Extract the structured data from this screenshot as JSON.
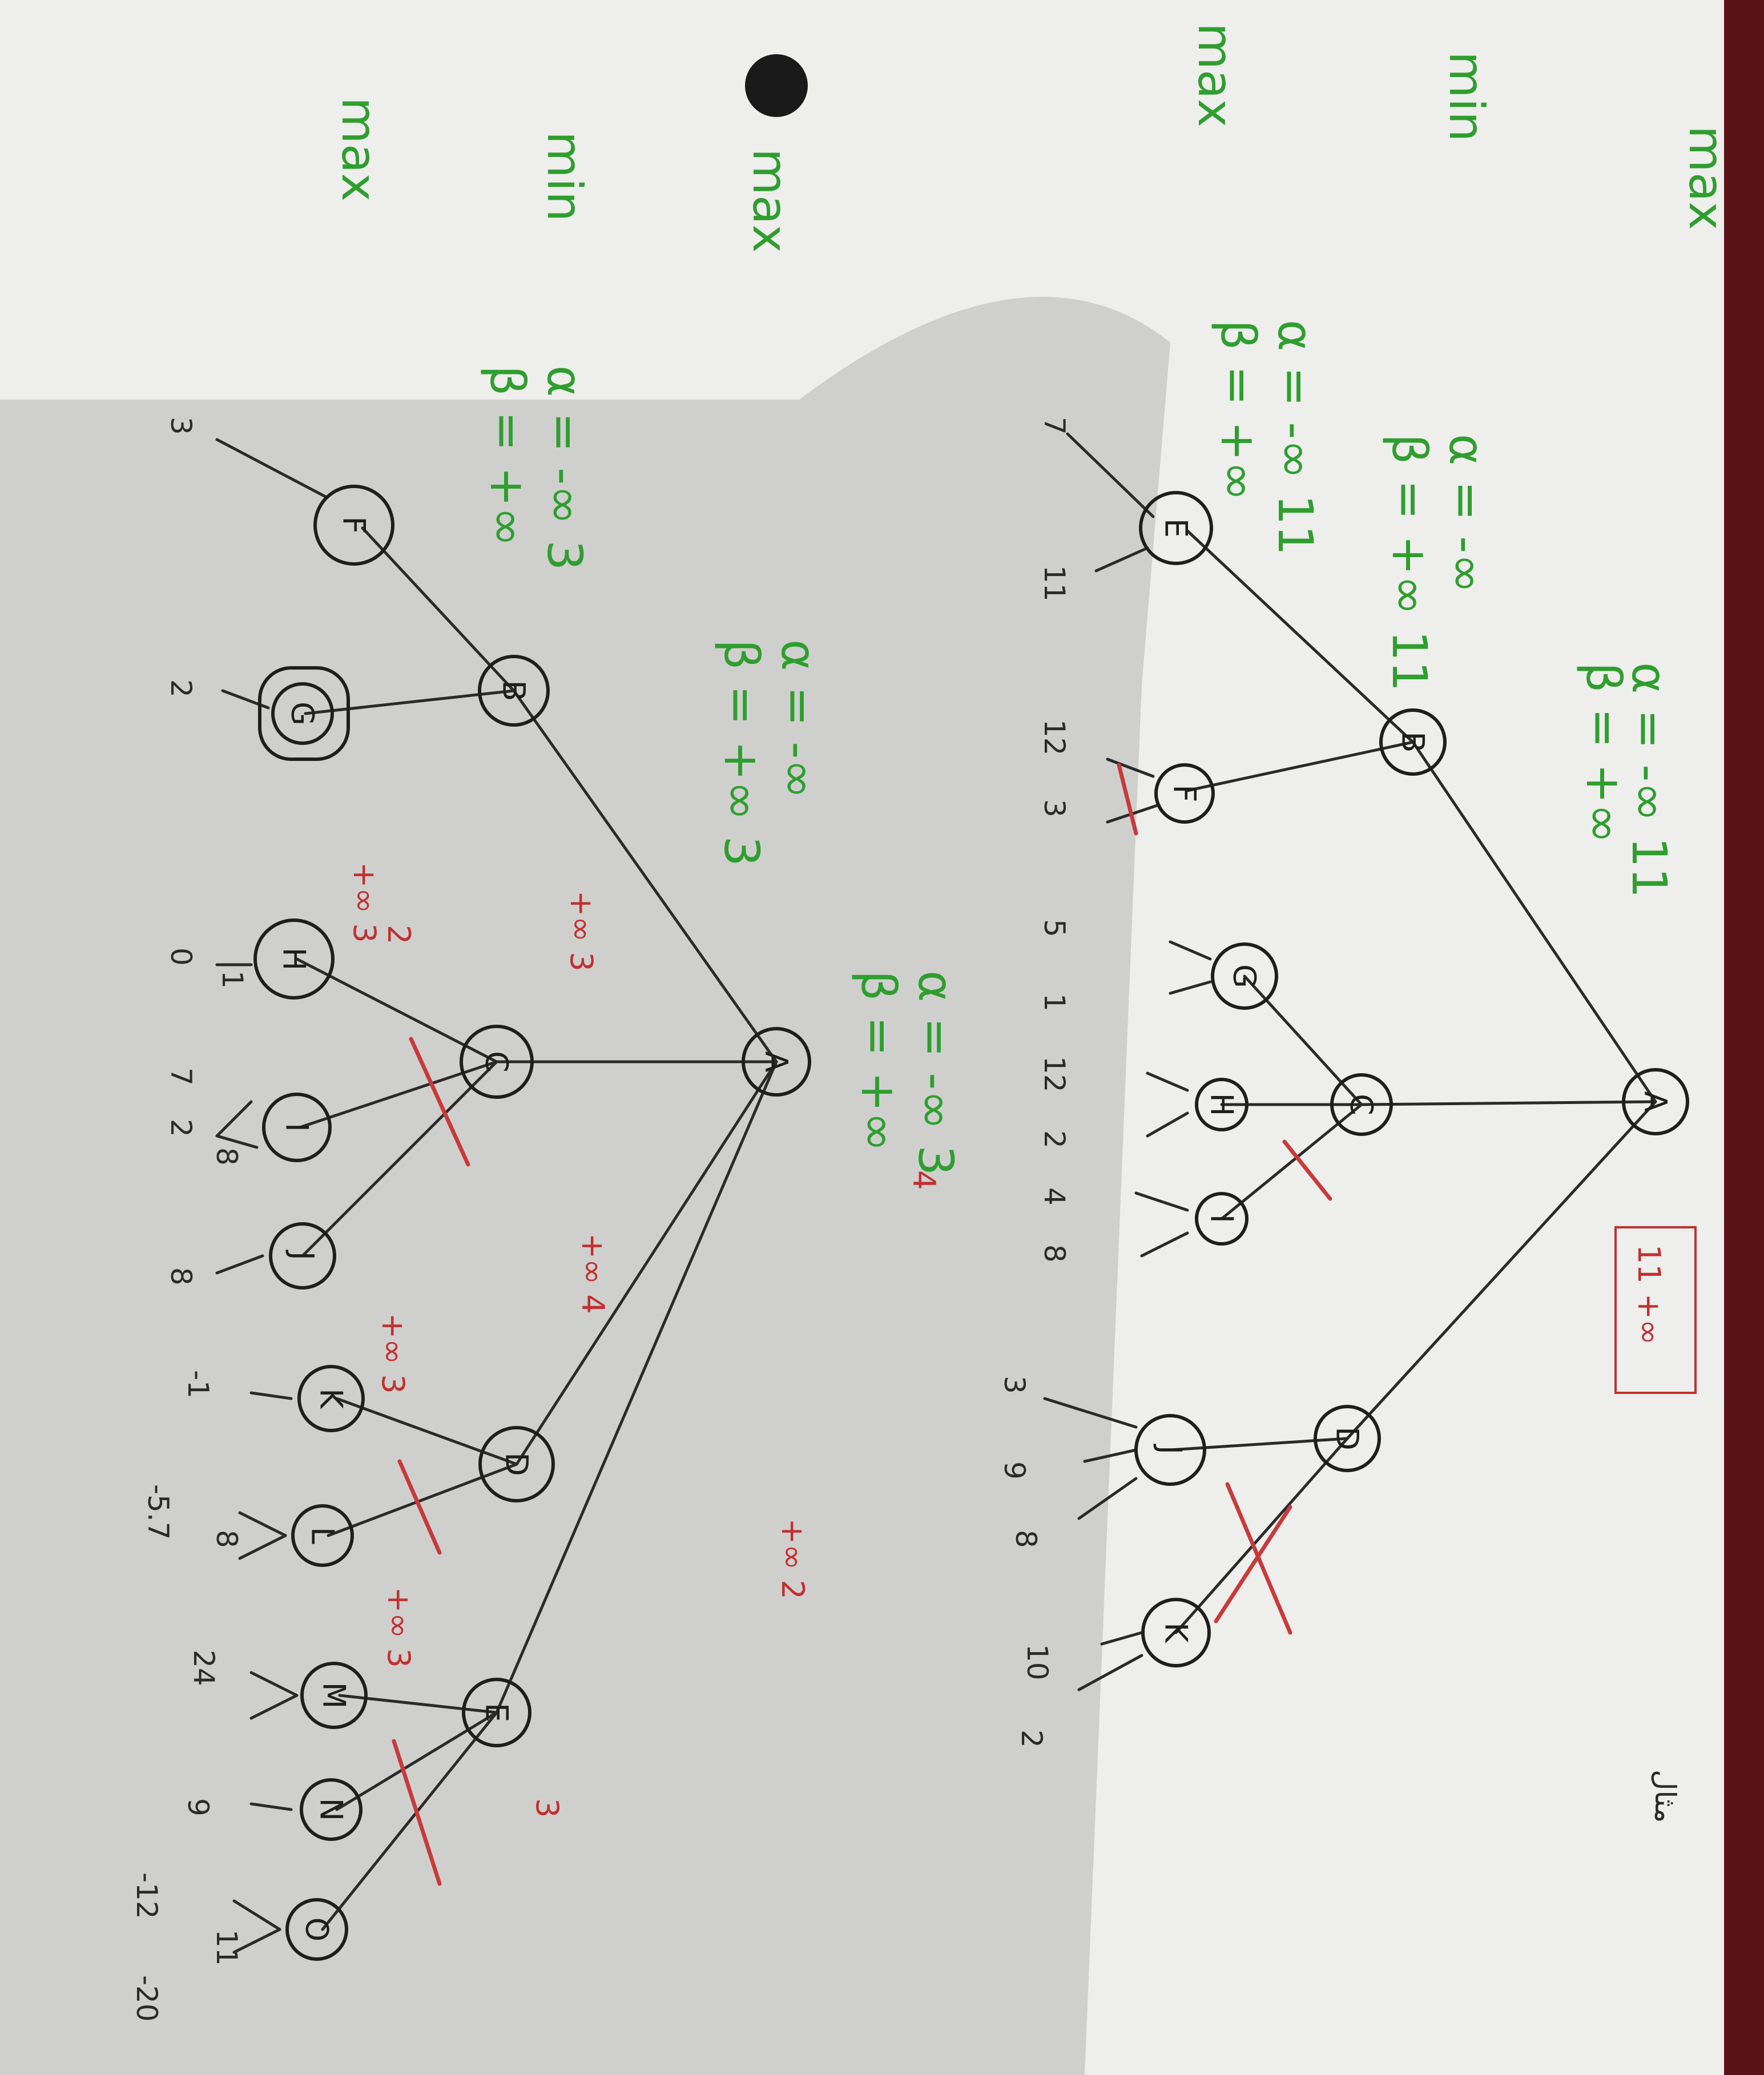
{
  "paper": {
    "color": "#eeeeec",
    "shadow": "#b7b8b7",
    "background": "#5a1418"
  },
  "colors": {
    "green": "#2f9e2f",
    "red": "#c23030",
    "ink": "#1e1e1e"
  },
  "tree1": {
    "levels": [
      "max",
      "min",
      "max"
    ],
    "root_alpha": "α = -∞ 11",
    "root_beta": "β = +∞",
    "boxed_value": "11 +∞",
    "corner_note": "مثال",
    "nodes": [
      "A",
      "B",
      "C",
      "D",
      "E",
      "F",
      "G",
      "H",
      "I",
      "J",
      "K"
    ],
    "b_alpha": "α = -∞",
    "b_beta": "β = +∞ 11",
    "e_alpha": "α = -∞ 11",
    "e_beta": "β = +∞",
    "leaves": [
      "7",
      "11",
      "12",
      "3",
      "5",
      "1",
      "12",
      "2",
      "4",
      "8",
      "3",
      "9",
      "8",
      "10",
      "2"
    ]
  },
  "tree2": {
    "levels": [
      "max",
      "min",
      "max"
    ],
    "nodes": [
      "A",
      "B",
      "C",
      "D",
      "E",
      "F",
      "G",
      "H",
      "I",
      "J",
      "K",
      "L",
      "M",
      "N",
      "O"
    ],
    "a_alpha": "α = -∞ 3",
    "a_beta": "β = +∞",
    "b_alpha": "α = -∞",
    "b_beta": "β = +∞ 3",
    "f_alpha": "α = -∞ 3",
    "f_beta": "β = +∞",
    "leaves": [
      "3",
      "2",
      "0",
      "1",
      "7",
      "2",
      "8",
      "8",
      "-1",
      "-5.7",
      "8",
      "24",
      "9",
      "-12",
      "11",
      "-20"
    ],
    "red_notes": [
      "+∞ 3",
      "+∞ 3",
      "+∞ 4",
      "+∞ 3",
      "+∞ 3",
      "+∞ 2",
      "4",
      "3",
      "2"
    ]
  }
}
